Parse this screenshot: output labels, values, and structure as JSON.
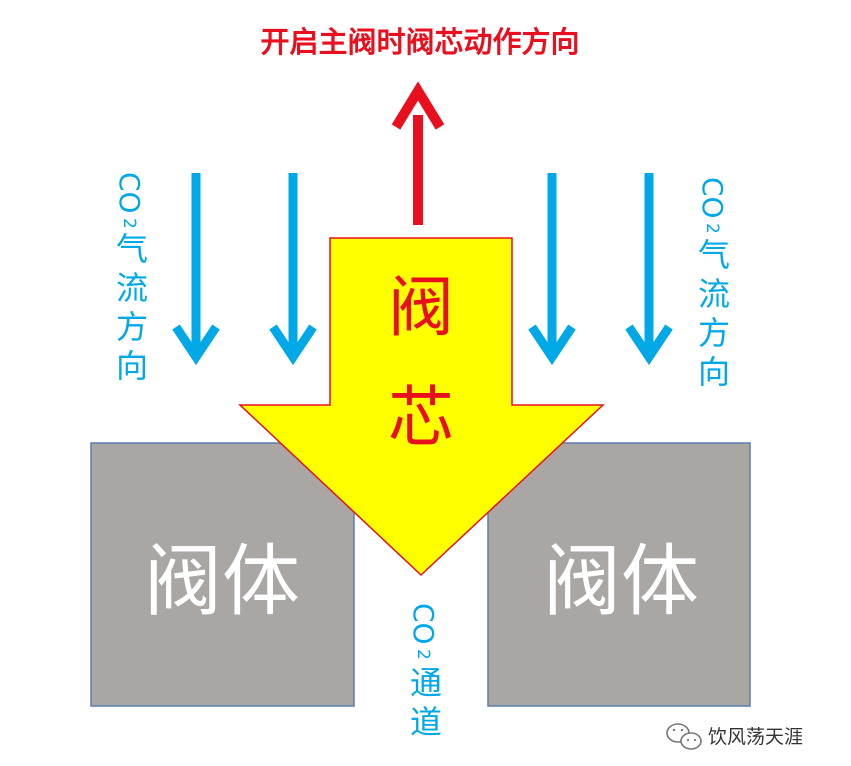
{
  "title": "开启主阀时阀芯动作方向",
  "valve_core": {
    "label_line1": "阀",
    "label_line2": "芯"
  },
  "valve_body_left": {
    "label": "阀体"
  },
  "valve_body_right": {
    "label": "阀体"
  },
  "co2_flow_left": {
    "co2_main": "CO",
    "co2_sub": "2",
    "chars": [
      "气",
      "流",
      "方",
      "向"
    ]
  },
  "co2_flow_right": {
    "co2_main": "CO",
    "co2_sub": "2",
    "chars": [
      "气",
      "流",
      "方",
      "向"
    ]
  },
  "co2_channel": {
    "co2_main": "CO",
    "co2_sub": "2",
    "chars": [
      "通",
      "道"
    ]
  },
  "watermark": {
    "text": "饮风荡天涯",
    "icon": "wechat-icon"
  },
  "colors": {
    "title": "#e8101e",
    "up_arrow": "#e8101e",
    "flow_arrow": "#00a8e8",
    "side_text": "#00a8e8",
    "valve_core_fill": "#ffff00",
    "valve_core_stroke": "#e8101e",
    "valve_core_text": "#e8101e",
    "valve_body_fill": "#aaa6a4",
    "valve_body_stroke": "#5b7db0",
    "valve_body_text": "#ffffff",
    "watermark": "#333333"
  }
}
